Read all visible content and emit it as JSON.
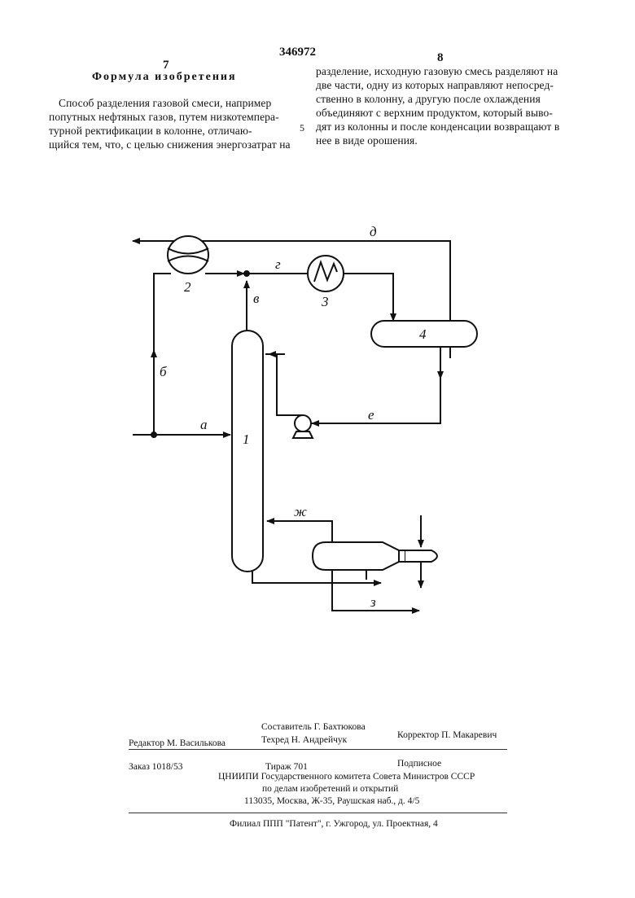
{
  "patent_number": "346972",
  "left_column": {
    "page_number": "7",
    "heading": "Формула изобретения",
    "lines": [
      "Способ разделения газовой смеси, например",
      "попутных нефтяных газов, путем низкотемпера-",
      "турной ректификации в колонне, отличаю-",
      "щийся тем, что, с целью снижения энергозатрат на"
    ]
  },
  "right_column": {
    "page_number": "8",
    "line_marker": "5",
    "lines": [
      "разделение, исходную газовую смесь разделяют на",
      "две части, одну из которых направляют непосред-",
      "ственно в колонну, а другую после охлаждения",
      "объединяют с верхним продуктом, который выво-",
      "дят из колонны и после конденсации возвращают в",
      "нее в виде орошения."
    ]
  },
  "diagram": {
    "stream_labels": {
      "a": "а",
      "b": "б",
      "v": "в",
      "g": "г",
      "d": "д",
      "e": "е",
      "zh": "ж",
      "z": "з"
    },
    "equipment_labels": {
      "column": "1",
      "heat_exchanger": "2",
      "cooler": "3",
      "separator": "4"
    }
  },
  "footer": {
    "editor": "Редактор М. Василькова",
    "compiler": "Составитель Г. Бахтюкова",
    "techred": "Техред Н. Андрейчук",
    "corrector": "Корректор П. Макаревич",
    "order": "Заказ 1018/53",
    "circulation": "Тираж 701",
    "subscription": "Подписное",
    "org_line1": "ЦНИИПИ Государственного комитета Совета Министров СССР",
    "org_line2": "по делам изобретений и открытий",
    "address": "113035, Москва, Ж-35, Раушская наб., д. 4/5",
    "branch": "Филиал ППП \"Патент\", г. Ужгород, ул. Проектная, 4"
  }
}
